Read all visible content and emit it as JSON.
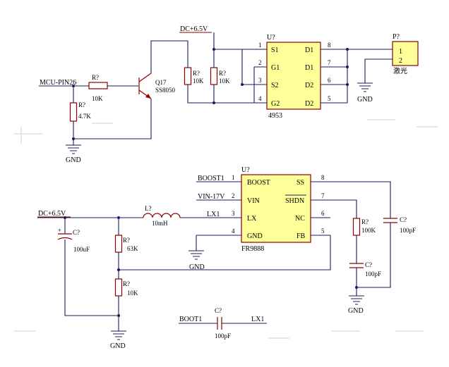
{
  "top": {
    "power_net": "DC+6.5V",
    "mcu_net": "MCU-PIN26",
    "r_base": {
      "ref": "R?",
      "value": "10K"
    },
    "r_pulldown": {
      "ref": "R?",
      "value": "4.7K"
    },
    "transistor": {
      "ref": "Q17",
      "value": "SS8050"
    },
    "r_col1": {
      "ref": "R?",
      "value": "10K"
    },
    "r_col2": {
      "ref": "R?",
      "value": "10K"
    },
    "gnd1": "GND",
    "ic": {
      "ref": "U?",
      "part": "4953",
      "left_pins": [
        {
          "num": "1",
          "name": "S1"
        },
        {
          "num": "2",
          "name": "G1"
        },
        {
          "num": "3",
          "name": "S2"
        },
        {
          "num": "4",
          "name": "G2"
        }
      ],
      "right_pins": [
        {
          "num": "8",
          "name": "D1"
        },
        {
          "num": "7",
          "name": "D1"
        },
        {
          "num": "6",
          "name": "D2"
        },
        {
          "num": "5",
          "name": "D2"
        }
      ]
    },
    "connector": {
      "ref": "P?",
      "pin1": "1",
      "pin2": "2",
      "label": "激光"
    },
    "gnd2": "GND"
  },
  "bottom": {
    "ic": {
      "ref": "U?",
      "part": "FR9888",
      "left_pins": [
        {
          "num": "1",
          "name": "BOOST"
        },
        {
          "num": "2",
          "name": "VIN"
        },
        {
          "num": "3",
          "name": "LX"
        },
        {
          "num": "4",
          "name": "GND"
        }
      ],
      "right_pins": [
        {
          "num": "8",
          "name": "SS"
        },
        {
          "num": "7",
          "name": "SHDN"
        },
        {
          "num": "6",
          "name": "NC"
        },
        {
          "num": "5",
          "name": "FB"
        }
      ]
    },
    "net_boost": "BOOST1",
    "net_vin": "VIN-17V",
    "net_lx": "LX1",
    "power_net": "DC+6.5V",
    "inductor": {
      "ref": "L?",
      "value": "10mH"
    },
    "cap_in": {
      "ref": "C?",
      "value": "100uF"
    },
    "r_top": {
      "ref": "R?",
      "value": "63K"
    },
    "r_bottom": {
      "ref": "R?",
      "value": "10K"
    },
    "r_shdn": {
      "ref": "R?",
      "value": "100K"
    },
    "cap_shdn": {
      "ref": "C?",
      "value": "100pF"
    },
    "cap_ss": {
      "ref": "C?",
      "value": "100pF"
    },
    "gnd_ic": "GND",
    "gnd_left": "GND",
    "gnd_right": "GND",
    "boot_cap": {
      "ref": "C?",
      "value": "100pF",
      "net_left": "BOOT1",
      "net_right": "LX1"
    }
  }
}
